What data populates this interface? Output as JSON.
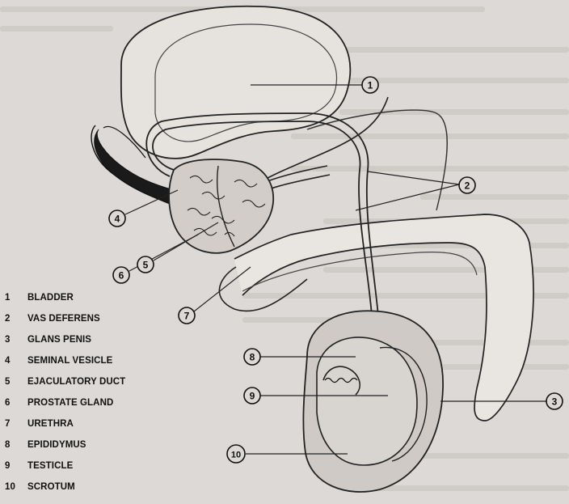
{
  "callouts": [
    {
      "num": "1",
      "label": "BLADDER"
    },
    {
      "num": "2",
      "label": "VAS DEFERENS"
    },
    {
      "num": "3",
      "label": "GLANS PENIS"
    },
    {
      "num": "4",
      "label": "SEMINAL VESICLE"
    },
    {
      "num": "5",
      "label": "EJACULATORY DUCT"
    },
    {
      "num": "6",
      "label": "PROSTATE GLAND"
    },
    {
      "num": "7",
      "label": "URETHRA"
    },
    {
      "num": "8",
      "label": "EPIDIDYMUS"
    },
    {
      "num": "9",
      "label": "TESTICLE"
    },
    {
      "num": "10",
      "label": "SCROTUM"
    }
  ],
  "colors": {
    "background": "#dcd9d6",
    "ink": "#111111",
    "seminal_vesicle_fill": "#1a1a1a",
    "organ_shade": "#bdb8b3"
  }
}
